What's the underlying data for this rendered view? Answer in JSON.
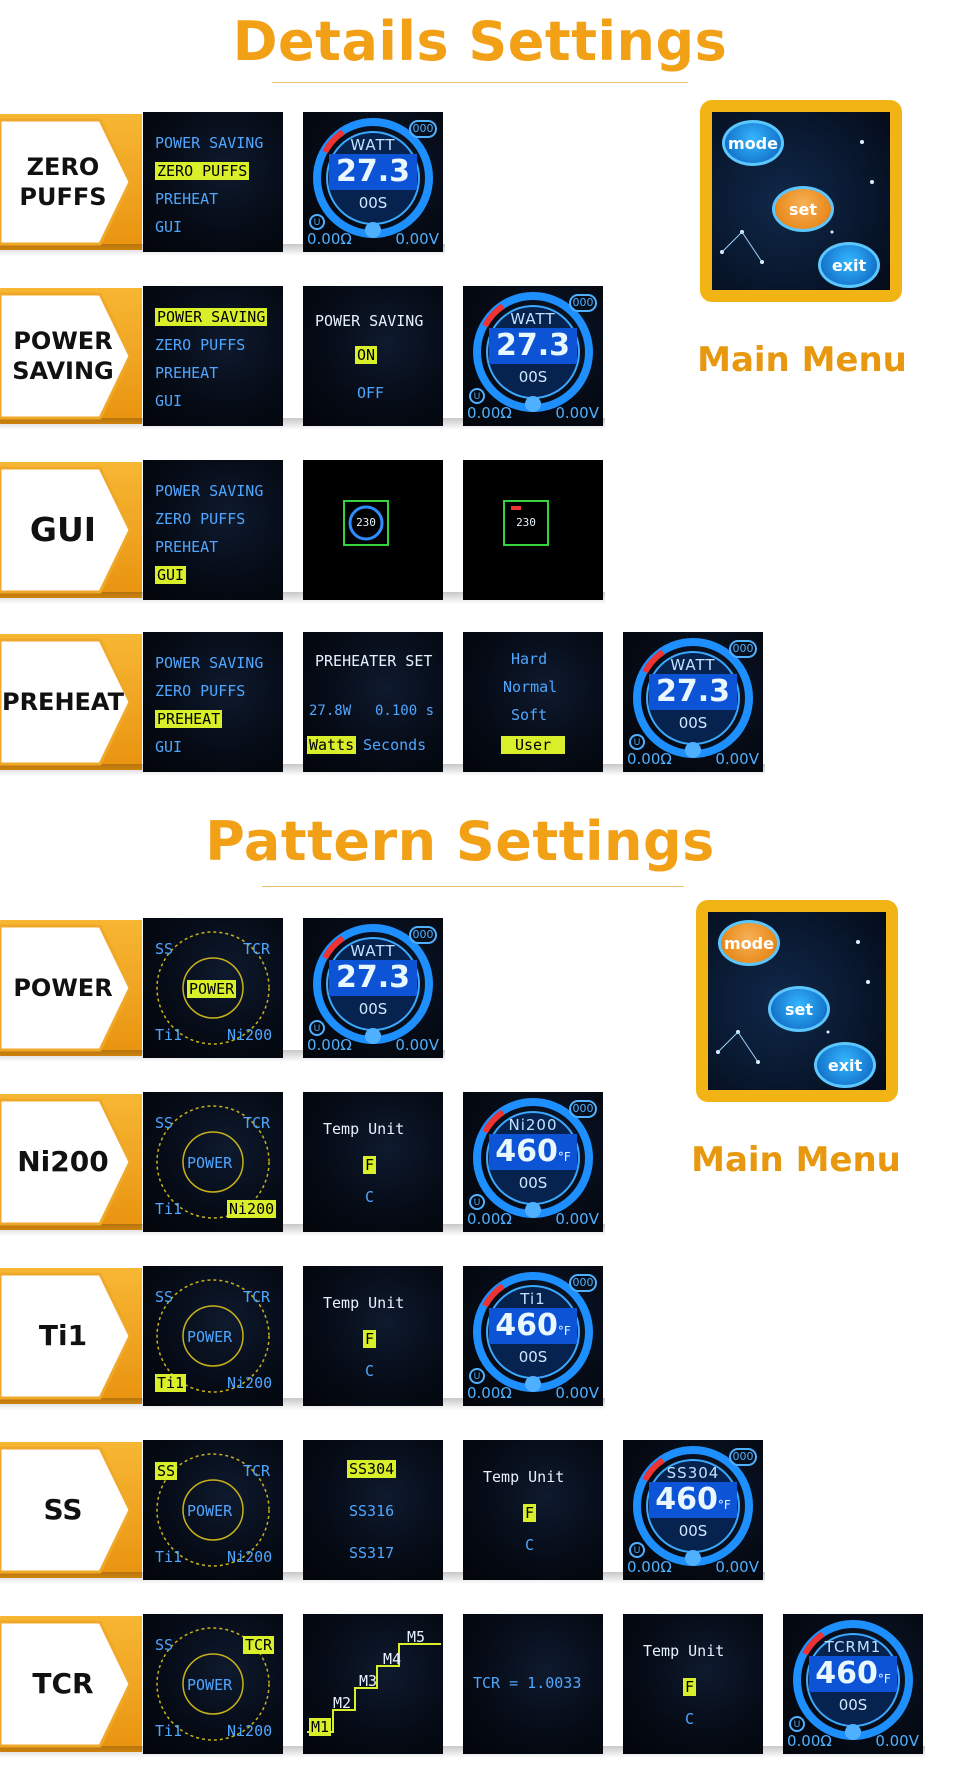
{
  "details": {
    "title": "Details Settings",
    "rows": [
      {
        "label": "ZERO\nPUFFS"
      },
      {
        "label": "POWER\nSAVING"
      },
      {
        "label": "GUI"
      },
      {
        "label": "PREHEAT"
      }
    ]
  },
  "pattern": {
    "title": "Pattern Settings",
    "rows": [
      {
        "label": "POWER"
      },
      {
        "label": "Ni200"
      },
      {
        "label": "Ti1"
      },
      {
        "label": "SS"
      },
      {
        "label": "TCR"
      }
    ]
  },
  "main_menu": {
    "caption": "Main Menu",
    "buttons": [
      "mode",
      "set",
      "exit"
    ]
  },
  "menu_items": [
    "POWER SAVING",
    "ZERO PUFFS",
    "PREHEAT",
    "GUI"
  ],
  "wheel": {
    "ss": "SS",
    "tcr": "TCR",
    "power": "POWER",
    "ti": "Ti1",
    "ni": "Ni200"
  },
  "gauge": {
    "watt": {
      "mode": "WATT",
      "value": "27.3"
    },
    "ni": {
      "mode": "Ni200",
      "value": "460",
      "unit": "°F"
    },
    "ti": {
      "mode": "Ti1",
      "value": "460",
      "unit": "°F"
    },
    "ss": {
      "mode": "SS304",
      "value": "460",
      "unit": "°F"
    },
    "tcr": {
      "mode": "TCRM1",
      "value": "460",
      "unit": "°F"
    },
    "time": "00S",
    "ohm": "0.00Ω",
    "volt": "0.00V",
    "corner": "000",
    "power_sym": "U"
  },
  "power_saving": {
    "title": "POWER  SAVING",
    "on": "ON",
    "off": "OFF"
  },
  "gui": {
    "value": "230"
  },
  "preheater": {
    "title": "PREHEATER SET",
    "watts_val": "27.8W",
    "secs_val": "0.100 s",
    "watts": "Watts",
    "seconds": "Seconds"
  },
  "preheat_modes": [
    "Hard",
    "Normal",
    "Soft",
    "User"
  ],
  "temp_unit": {
    "title": "Temp  Unit",
    "f": "F",
    "c": "C"
  },
  "ss_types": [
    "SS304",
    "SS316",
    "SS317"
  ],
  "tcr_steps": [
    "M1",
    "M2",
    "M3",
    "M4",
    "M5"
  ],
  "tcr_value": "TCR = 1.0033",
  "colors": {
    "accent": "#f2a117",
    "highlight": "#d9ef2a",
    "screen_text": "#4fa6ff"
  }
}
